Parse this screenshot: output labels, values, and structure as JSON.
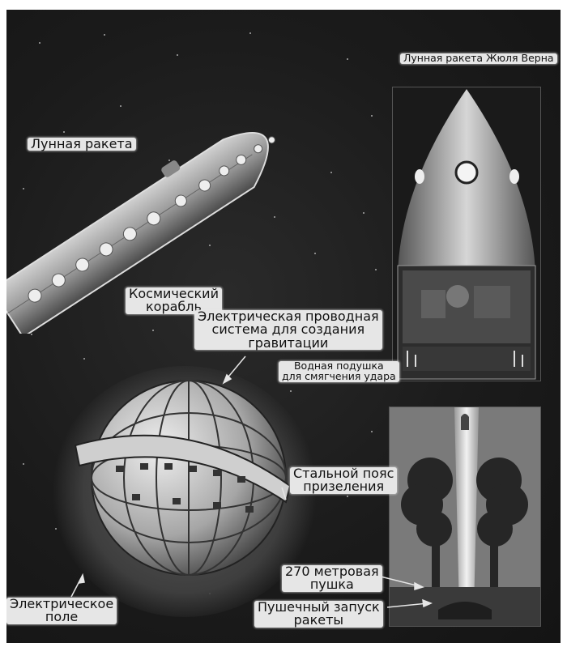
{
  "labels": {
    "moon_rocket": "Лунная ракета",
    "verne_rocket": "Лунная ракета Жюля Верна",
    "spaceship": [
      "Космический",
      "корабль"
    ],
    "wiring": [
      "Электрическая проводная",
      "система для создания",
      "гравитации"
    ],
    "water_cushion": [
      "Водная подушка",
      "для смягчения удара"
    ],
    "steel_belt": [
      "Стальной пояс",
      "призеления"
    ],
    "electric_field": [
      "Электрическое",
      "поле"
    ],
    "cannon": [
      "270 метровая",
      "пушка"
    ],
    "cannon_launch": [
      "Пушечный запуск",
      "ракеты"
    ]
  },
  "colors": {
    "space": "#1b1b1b",
    "label_bg": "#e6e6e6",
    "hull": "#b9b9b9"
  }
}
